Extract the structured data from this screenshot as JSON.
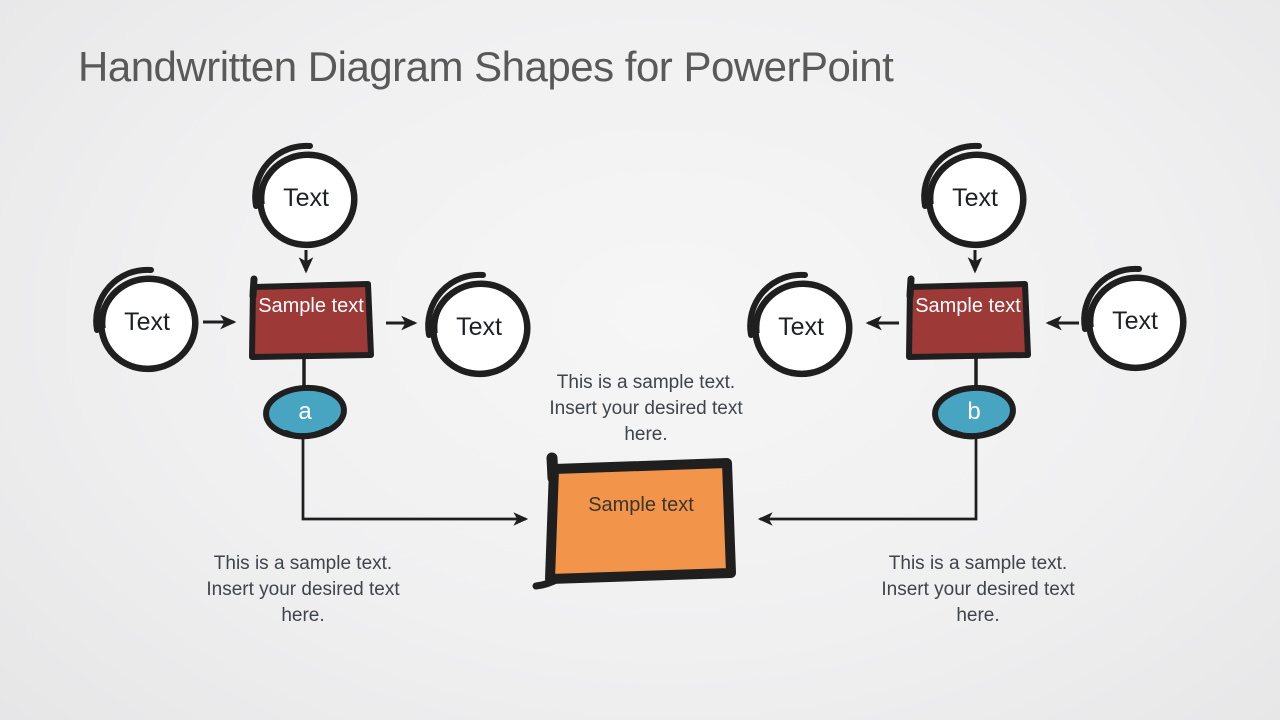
{
  "title": "Handwritten Diagram Shapes for PowerPoint",
  "colors": {
    "ink": "#1f1f1f",
    "red": "#9d3a38",
    "teal": "#47a5c1",
    "orange": "#f2954a",
    "titleColor": "#595959",
    "captionColor": "#3e444a",
    "circleText": "#1e2124",
    "boxText": "#ffffff",
    "orangeText": "#3a352e",
    "bgCenter": "#f6f6f6",
    "bgEdge": "#e6e6e7"
  },
  "left_group": {
    "top_circle": "Text",
    "left_circle": "Text",
    "right_circle": "Text",
    "box": "Sample text",
    "connector": "a",
    "caption": "This is a sample text. Insert your desired text here."
  },
  "right_group": {
    "top_circle": "Text",
    "left_circle": "Text",
    "right_circle": "Text",
    "box": "Sample text",
    "connector": "b",
    "caption": "This is a sample text. Insert your desired text here."
  },
  "center_group": {
    "box": "Sample text",
    "caption": "This is a sample text. Insert your desired text here."
  }
}
